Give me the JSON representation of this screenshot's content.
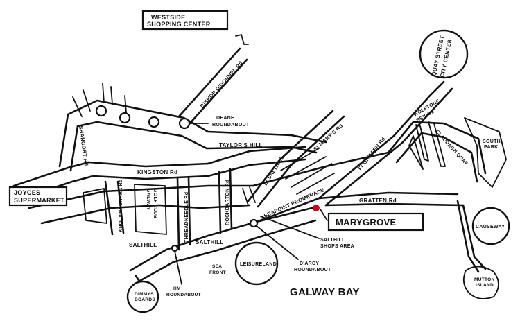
{
  "map": {
    "boxed_labels": {
      "westside": [
        "WESTSIDE",
        "SHOPPING CENTER"
      ],
      "joyces": [
        "JOYCES",
        "SUPERMARKET"
      ],
      "marygrove": "MARYGROVE"
    },
    "circled_labels": {
      "quay_street": [
        "QUAY STREET",
        "CITY CENTER"
      ],
      "causeway": "CAUSEWAY",
      "leisureland": "LEISURELAND",
      "dimmy": [
        "DIMMYS",
        "BOARDS"
      ],
      "galway_golf": [
        "GALWAY",
        "GOLF CLUB"
      ]
    },
    "roads": {
      "bishop": "BISHOP O'DONNEL Rd",
      "shangort": "SHANGORT Rd",
      "kingston": "KINGSTON Rd",
      "taylors_hill": "TAYLOR'S HILL",
      "knocknacarra": "KNOCKNACARRA Rd",
      "threadneedle": "THREADNEEDLE Rd",
      "rockbarton": "ROCKBARTON Rd",
      "salthill_w": "SALTHILL",
      "salthill_e": "SALTHILL",
      "lr_salthill": "Lr SALTHILL",
      "st_marys": "St MARY'S Rd",
      "seapoint": "SEAPOINT PROMENADE",
      "fr_griffen": "Fr GRIFFEN Rd",
      "gratten": "GRATTEN Rd",
      "wolftone": [
        "WOLFTONE",
        "BRIDGE"
      ],
      "claddagh": "CLADDAGH QUAY"
    },
    "places": {
      "deane": [
        "DEANE",
        "ROUNDABOUT"
      ],
      "salthill_shops": [
        "SALTHILL",
        "SHOPS AREA"
      ],
      "darcy": [
        "D'ARCY",
        "ROUNDABOUT"
      ],
      "hm": [
        "HM",
        "ROUNDABOUT"
      ],
      "sea_front": [
        "SEA",
        "FRONT"
      ],
      "south_park": [
        "SOUTH",
        "PARK"
      ],
      "mutton": [
        "MUTTON",
        "ISLAND"
      ]
    },
    "water": "GALWAY BAY",
    "marker_color": "#d0021b"
  }
}
